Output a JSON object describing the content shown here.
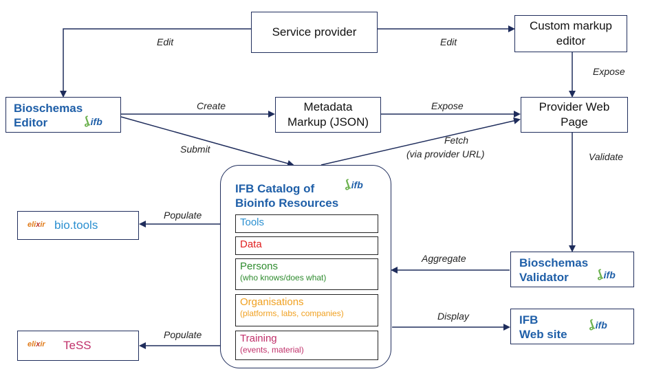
{
  "nodes": {
    "service_provider": "Service provider",
    "custom_markup_editor": [
      "Custom markup",
      "editor"
    ],
    "bioschemas_editor": [
      "Bioschemas",
      "Editor"
    ],
    "metadata_markup": [
      "Metadata",
      "Markup (JSON)"
    ],
    "provider_web_page": [
      "Provider Web",
      "Page"
    ],
    "catalog_title": [
      "IFB Catalog of",
      "Bioinfo Resources"
    ],
    "bio_tools": "bio.tools",
    "tess": "TeSS",
    "bioschemas_validator": [
      "Bioschemas",
      "Validator"
    ],
    "ifb_web_site": [
      "IFB",
      "Web site"
    ]
  },
  "catalog_items": [
    {
      "label": "Tools",
      "sub": "",
      "color": "#2a8fd0"
    },
    {
      "label": "Data",
      "sub": "",
      "color": "#e02020"
    },
    {
      "label": "Persons",
      "sub": "(who knows/does what)",
      "color": "#2e8b2e"
    },
    {
      "label": "Organisations",
      "sub": "(platforms, labs, companies)",
      "color": "#f0a020"
    },
    {
      "label": "Training",
      "sub": "(events, material)",
      "color": "#c0306a"
    }
  ],
  "edges": {
    "edit_left": "Edit",
    "edit_right": "Edit",
    "expose_custom": "Expose",
    "create": "Create",
    "expose_metadata": "Expose",
    "submit": "Submit",
    "fetch": [
      "Fetch",
      "(via provider URL)"
    ],
    "validate": "Validate",
    "populate_tools": "Populate",
    "aggregate": "Aggregate",
    "display": "Display",
    "populate_training": "Populate"
  },
  "logos": {
    "ifb": "ifb",
    "elixir": [
      "eli",
      "x",
      "ir"
    ]
  },
  "colors": {
    "box_border": "#1f2d5c",
    "title_blue": "#1f5fa8",
    "arrow": "#1f2d5c"
  }
}
